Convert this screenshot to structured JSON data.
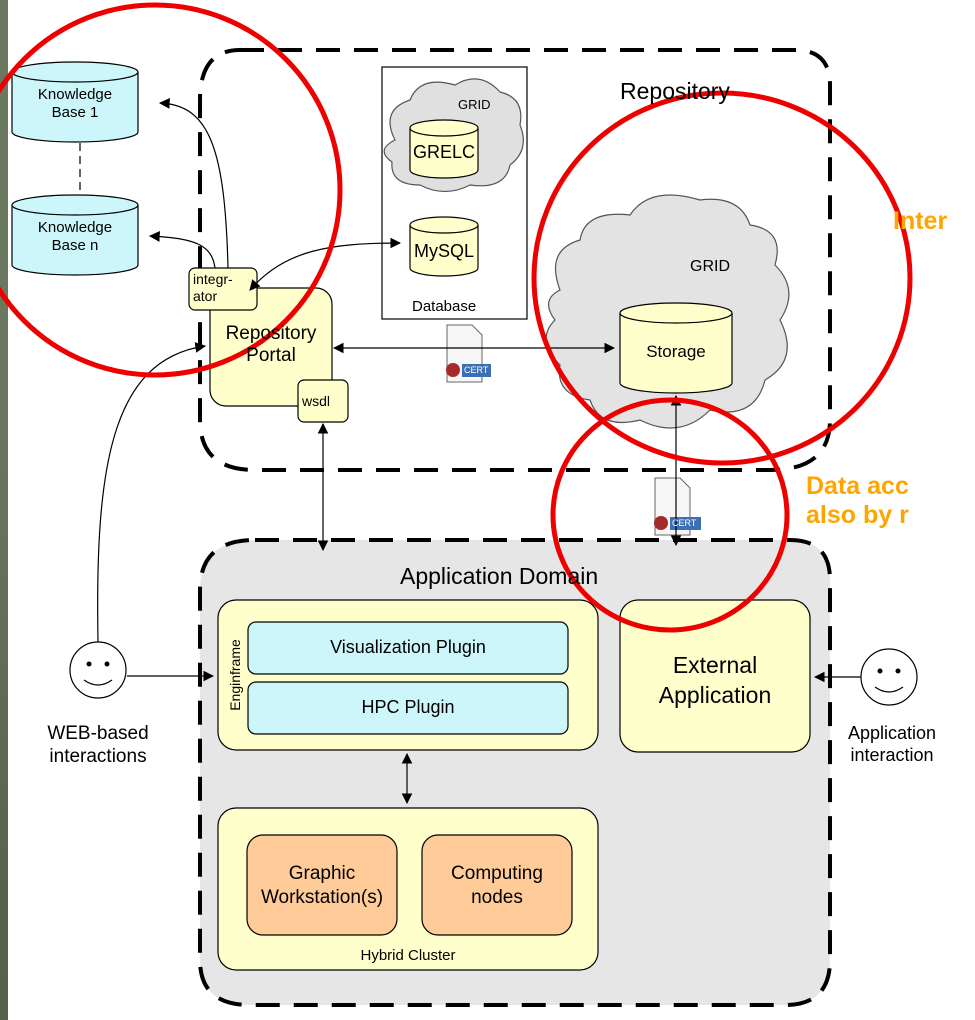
{
  "diagram": {
    "repository": {
      "title": "Repository",
      "knowledge_base_1": "Knowledge\nBase 1",
      "knowledge_base_n": "Knowledge\nBase n",
      "integrator": "integr-\nator",
      "repository_portal": "Repository\nPortal",
      "wsdl": "wsdl",
      "grid_top": "GRID",
      "grelc": "GRELC",
      "mysql": "MySQL",
      "database": "Database",
      "grid_storage": "GRID",
      "storage": "Storage",
      "cert": "CERT"
    },
    "application_domain": {
      "title": "Application Domain",
      "enginframe": "Enginframe",
      "visualization_plugin": "Visualization Plugin",
      "hpc_plugin": "HPC Plugin",
      "external_application": "External\nApplication",
      "graphic_workstations": "Graphic\nWorkstation(s)",
      "computing_nodes": "Computing\nnodes",
      "hybrid_cluster": "Hybrid Cluster"
    },
    "actors": {
      "web_user": "WEB-based\ninteractions",
      "app_user": "Application\ninteraction"
    },
    "callouts": {
      "interoperability": "Inter",
      "data_access_line1": "Data acc",
      "data_access_line2": "also by r"
    },
    "colors": {
      "cylinder_cyan": "#ccf6fa",
      "box_yellow": "#ffffcc",
      "node_orange": "#ffcc99",
      "highlight_red": "#ee0000",
      "callout_orange": "#ffa500"
    }
  }
}
